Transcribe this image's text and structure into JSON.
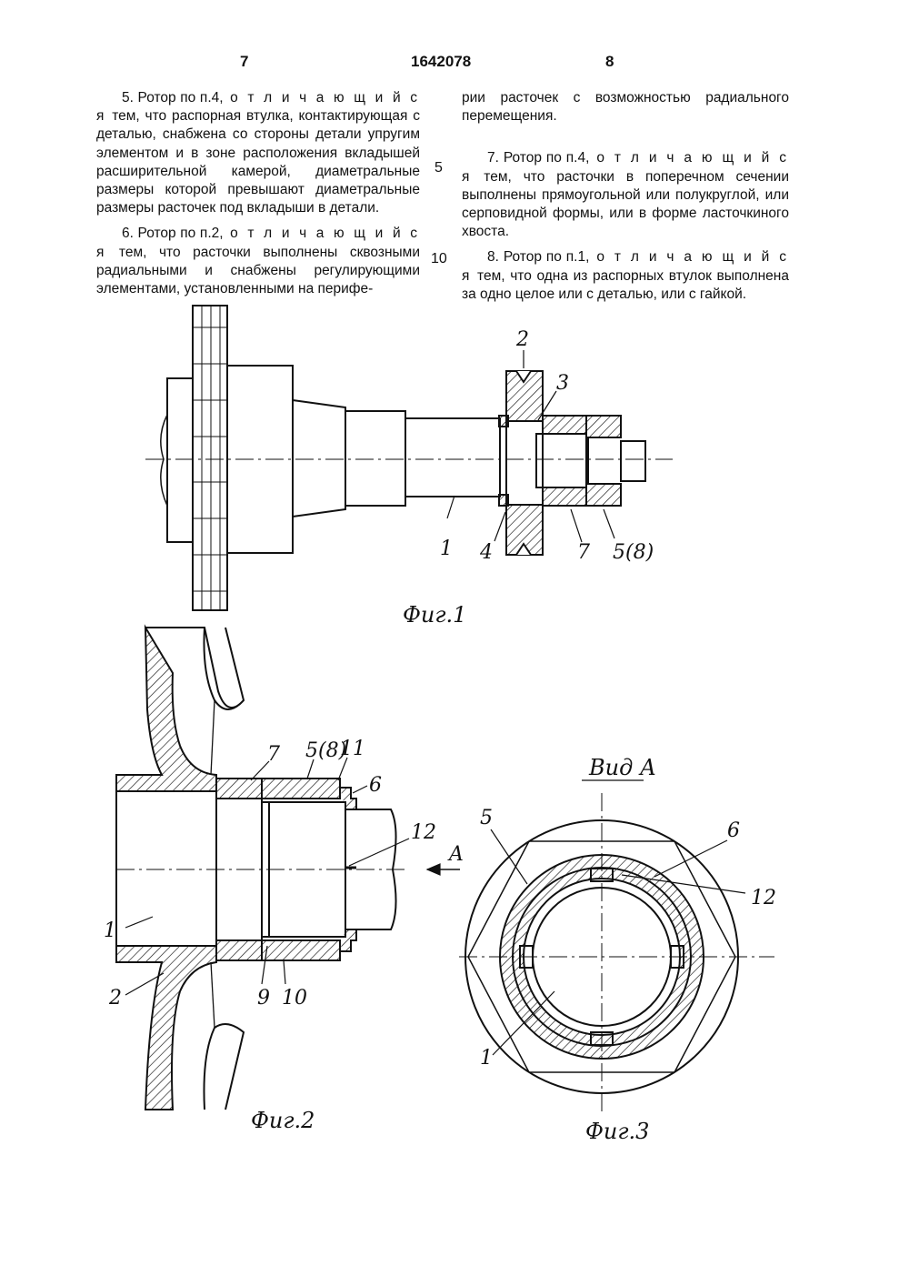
{
  "header": {
    "page_left": "7",
    "doc_number": "1642078",
    "page_right": "8"
  },
  "left_column": {
    "p5_start": "5. Ротор по п.4,",
    "p5_spaced": " о т л и ч а ю щ и й с я",
    "p5_rest": " тем, что распорная втулка, контактирующая с деталью, снабжена со стороны детали упругим элементом и в зоне расположения вкладышей расширительной камерой, диаметральные размеры которой превышают диаметральные размеры расточек под вкладыши в детали.",
    "p6_start": "6. Ротор по п.2,",
    "p6_spaced": " о т л и ч а ю щ и й с я",
    "p6_rest": " тем, что расточки выполнены сквозными радиальными и снабжены регулирующими элементами, установленными на перифе-"
  },
  "right_column": {
    "p_cont": "рии расточек с возможностью радиального перемещения.",
    "p7_start": "7. Ротор по п.4,",
    "p7_spaced": " о т л и ч а ю щ и й с я",
    "p7_rest": " тем, что расточки в поперечном сечении выполнены прямоугольной или полукруглой, или серповидной формы, или в форме ласточкиного хвоста.",
    "p8_start": "8. Ротор по п.1,",
    "p8_spaced": " о т л и ч а ю щ и й с я",
    "p8_rest": " тем, что одна из распорных втулок выполнена за одно целое или с деталью, или с гайкой."
  },
  "line_numbers": {
    "n5": "5",
    "n10": "10"
  },
  "fig1": {
    "caption": "Фиг.1",
    "labels": {
      "l1": "1",
      "l2": "2",
      "l3": "3",
      "l4": "4",
      "l7": "7",
      "l58": "5(8)"
    }
  },
  "fig2": {
    "caption": "Фиг.2",
    "labels": {
      "l1": "1",
      "l2": "2",
      "l7": "7",
      "l58": "5(8)",
      "l11": "11",
      "l6": "6",
      "l12": "12",
      "l9": "9",
      "l10": "10",
      "lA": "A"
    }
  },
  "fig3": {
    "caption": "Фиг.3",
    "view_title": "Вид А",
    "labels": {
      "l5": "5",
      "l6": "6",
      "l12": "12",
      "l1": "1"
    }
  }
}
